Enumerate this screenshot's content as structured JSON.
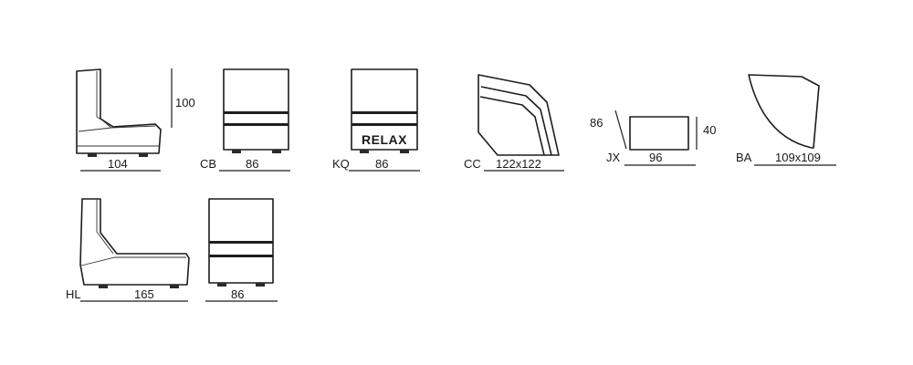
{
  "colors": {
    "outline": "#1c1c1c",
    "cushion_tint": "#fbfbf4",
    "background": "#ffffff"
  },
  "modules": [
    {
      "code": "",
      "width": "104",
      "height": "100"
    },
    {
      "code": "CB",
      "width": "86"
    },
    {
      "code": "KQ",
      "width": "86",
      "badge": "RELAX"
    },
    {
      "code": "CC",
      "width": "122x122"
    },
    {
      "code": "JX",
      "width": "96",
      "left_height": "86",
      "right_height": "40"
    },
    {
      "code": "BA",
      "width": "109x109"
    },
    {
      "code": "HL",
      "width": "165"
    },
    {
      "code": "",
      "width": "86"
    }
  ]
}
